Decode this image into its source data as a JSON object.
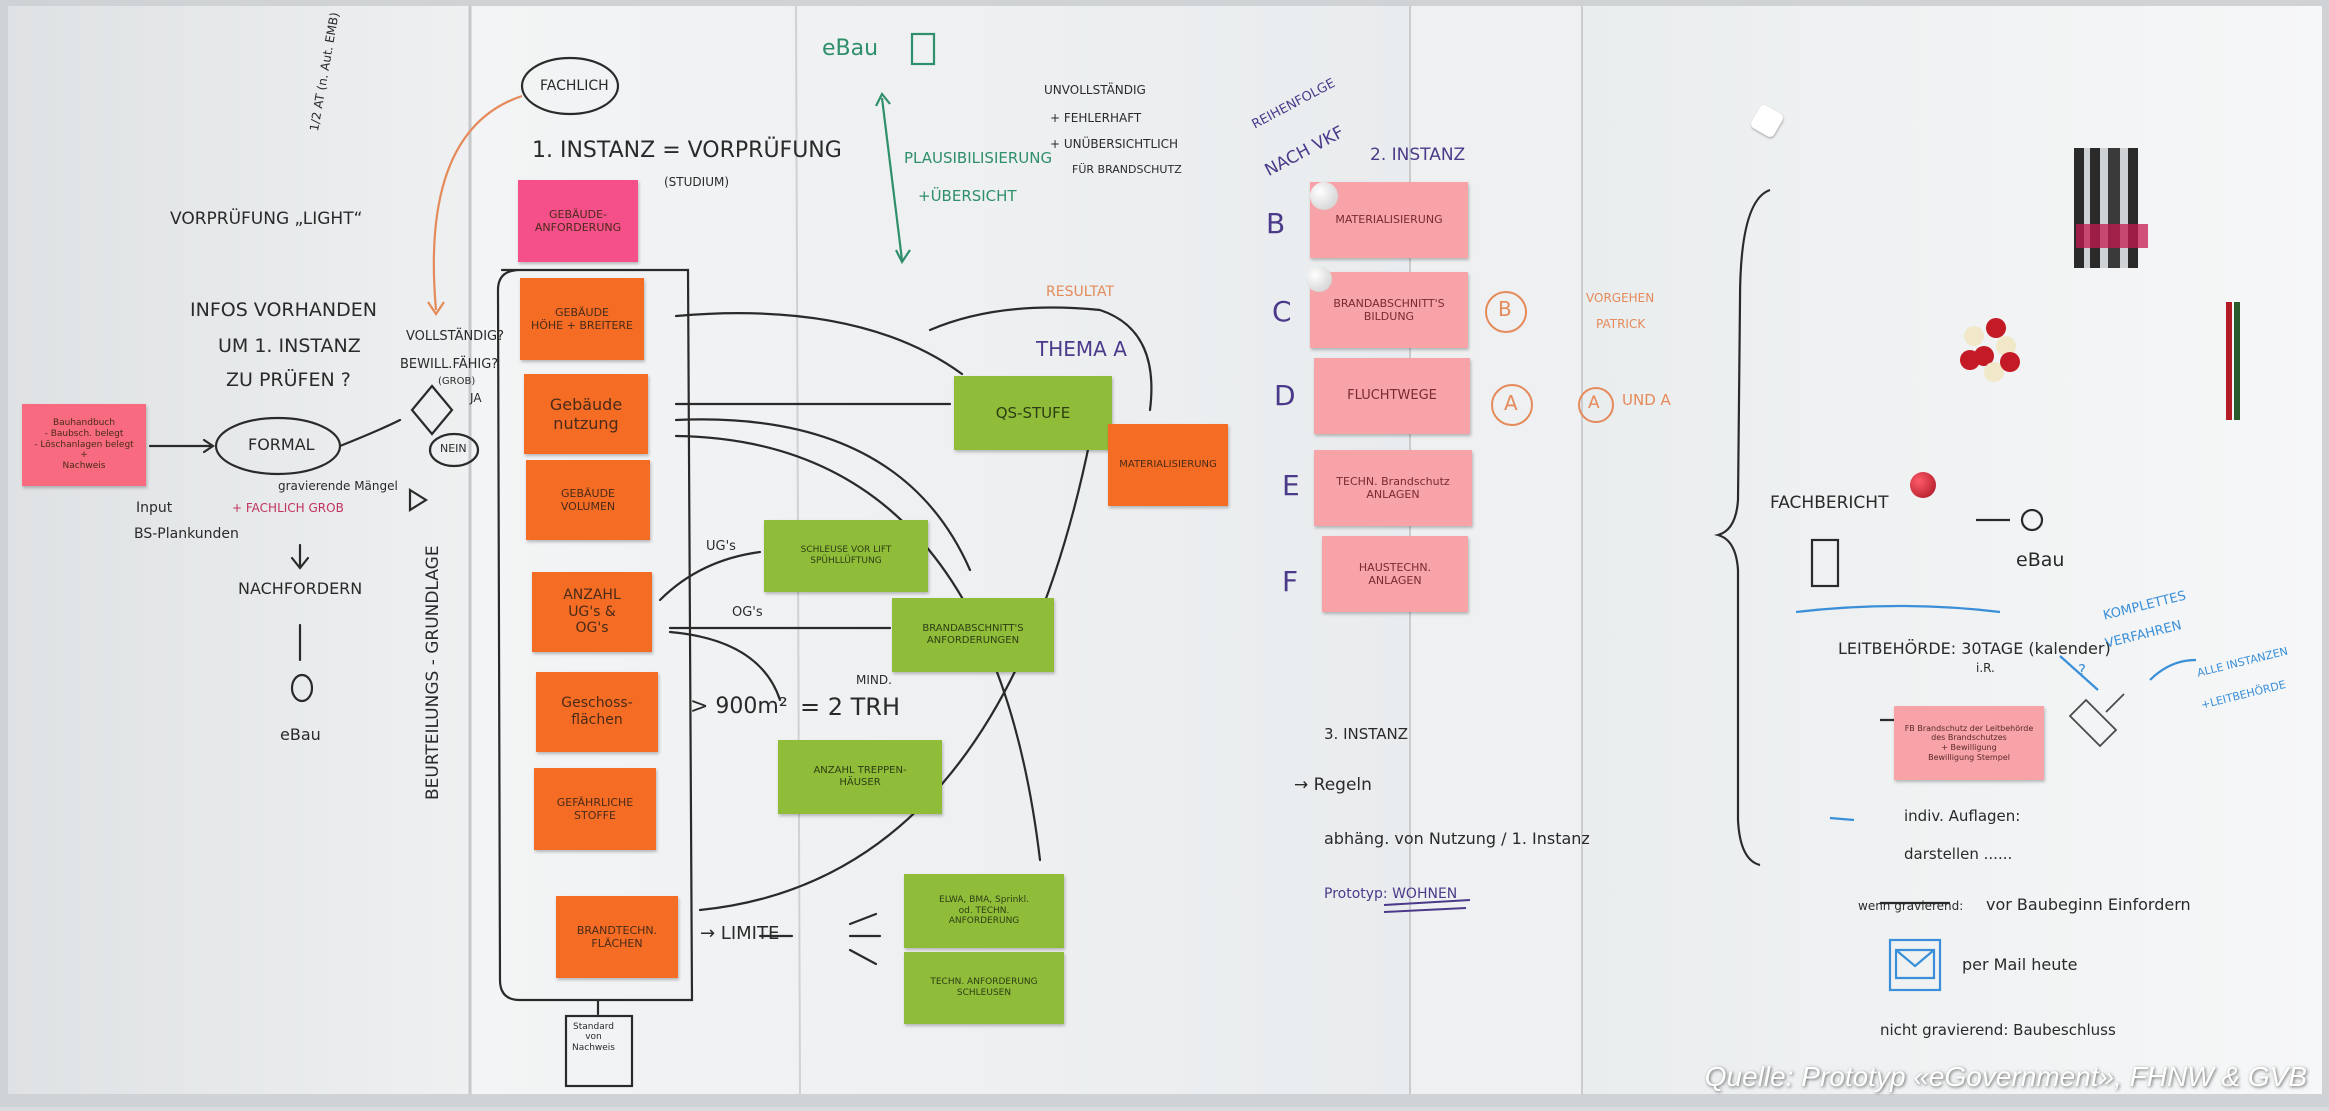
{
  "title": {
    "top_left": "eBau"
  },
  "left": {
    "vorpruefung": "VORPRÜFUNG „LIGHT“",
    "anmerk": "1/2 AT (n. Aut. EMB)",
    "infos_q1": "INFOS VORHANDEN",
    "infos_q2": "UM 1. INSTANZ",
    "infos_q3": "ZU PRÜFEN ?",
    "formal": "FORMAL",
    "input": "Input",
    "bs_pl": "BS-Plankunden",
    "nachfordern": "NACHFORDERN",
    "ebau_left": "eBau",
    "red_note": "Bauhandbuch\n- Baubsch. belegt\n- Löschanlagen belegt\n+\nNachweis",
    "gravierende": "gravierende Mängel",
    "fachlich_grob": "+ FACHLICH GROB"
  },
  "middle": {
    "fachlich": "FACHLICH",
    "instanz1": "1. INSTANZ = VORPRÜFUNG",
    "studium": "(STUDIUM)",
    "vollstaendig": "VOLLSTÄNDIG?",
    "bewill": "BEWILL.FÄHIG?",
    "grob": "(GROB)",
    "ja": "JA",
    "nein": "NEIN",
    "beurteilung": "BEURTEILUNGS - GRUNDLAGE",
    "notes_col": [
      "GEBÄUDE-\nANFORDERUNG",
      "GEBÄUDE\nHÖHE + BREITERE",
      "Gebäude\nnutzung",
      "GEBÄUDE\nVOLUMEN",
      "ANZAHL\nUG's &\nOG's",
      "Geschoss-\nflächen",
      "GEFÄHRLICHE\nSTOFFE",
      "BRANDTECHN.\nFLÄCHEN"
    ],
    "standard": "Standard\nvon\nNachweis",
    "ugs": "UG's",
    "ogs": "OG's",
    "gt900": "> 900m²",
    "mind": "MIND.",
    "two_trh": "= 2 TRH",
    "limite": "→ LIMITE",
    "lime_notes": [
      "SCHLEUSE VOR LIFT\nSPÜHLLÜFTUNG",
      "BRANDABSCHNITT'S\nANFORDERUNGEN",
      "ANZAHL TREPPEN-\nHÄUSER",
      "ELWA, BMA, Sprinkl.\nod. TECHN.\nANFORDERUNG",
      "TECHN. ANFORDERUNG\nSCHLEUSEN"
    ],
    "qs_stufe": "QS-STUFE",
    "resultat": "RESULTAT",
    "thema_a": "THEMA A",
    "materialisierung": "MATERIALISIERUNG",
    "ebau_top": "eBau",
    "plaus": "PLAUSIBILISIERUNG",
    "uebersicht": "+ÜBERSICHT",
    "unvollst1": "UNVOLLSTÄNDIG",
    "unvollst2": "+ FEHLERHAFT",
    "unvollst3": "+ UNÜBERSICHTLICH",
    "unvollst4": "FÜR BRANDSCHUTZ"
  },
  "right": {
    "reihenfolge1": "REIHENFOLGE",
    "reihenfolge2": "NACH VKF",
    "instanz2": "2. INSTANZ",
    "letters": [
      "B",
      "C",
      "D",
      "E",
      "F"
    ],
    "pink_notes": [
      "MATERIALISIERUNG",
      "BRANDABSCHNITT'S\nBILDUNG",
      "FLUCHTWEGE",
      "TECHN. Brandschutz\nANLAGEN",
      "HAUSTECHN.\nANLAGEN"
    ],
    "vorgehen1": "VORGEHEN",
    "vorgehen2": "PATRICK",
    "circle_b": "B",
    "circle_a1": "A",
    "circle_a2": "A",
    "und": "UND A",
    "instanz3": "3. INSTANZ",
    "regeln": "→ Regeln",
    "abhaengig": "abhäng. von Nutzung / 1. Instanz",
    "prototyp": "Prototyp: WOHNEN"
  },
  "far_right": {
    "fachbericht": "FACHBERICHT",
    "ebau_right": "eBau",
    "leitbehoerde": "LEITBEHÖRDE: 30TAGE (kalender)",
    "ir": "i.R.",
    "komplettes1": "KOMPLETTES",
    "komplettes2": "VERFAHREN",
    "komplettes3": "ALLE INSTANZEN",
    "komplettes4": "+LEITBEHÖRDE",
    "stempel_note": "FB Brandschutz der Leitbehörde\ndes Brandschutzes\n+ Bewilligung\nBewilligung Stempel",
    "indiv1": "indiv. Auflagen:",
    "indiv2": "darstellen ......",
    "wenn": "wenn gravierend:",
    "vor": "vor Baubeginn Einfordern",
    "mail": "per Mail heute",
    "nicht": "nicht gravierend: Baubeschluss",
    "question": "?"
  },
  "credit": "Quelle: Prototyp «eGovernment», FHNW & GVB",
  "colors": {
    "magenta_note": "#f5508a",
    "orange_note": "#f56d24",
    "lime_note": "#8fbd3a",
    "light_pink_note": "#f7a3a8",
    "green_marker": "#2f8f6a",
    "orange_marker": "#e58a5a",
    "purple_marker": "#4b3a8a",
    "blue_marker": "#3a8fd8"
  }
}
